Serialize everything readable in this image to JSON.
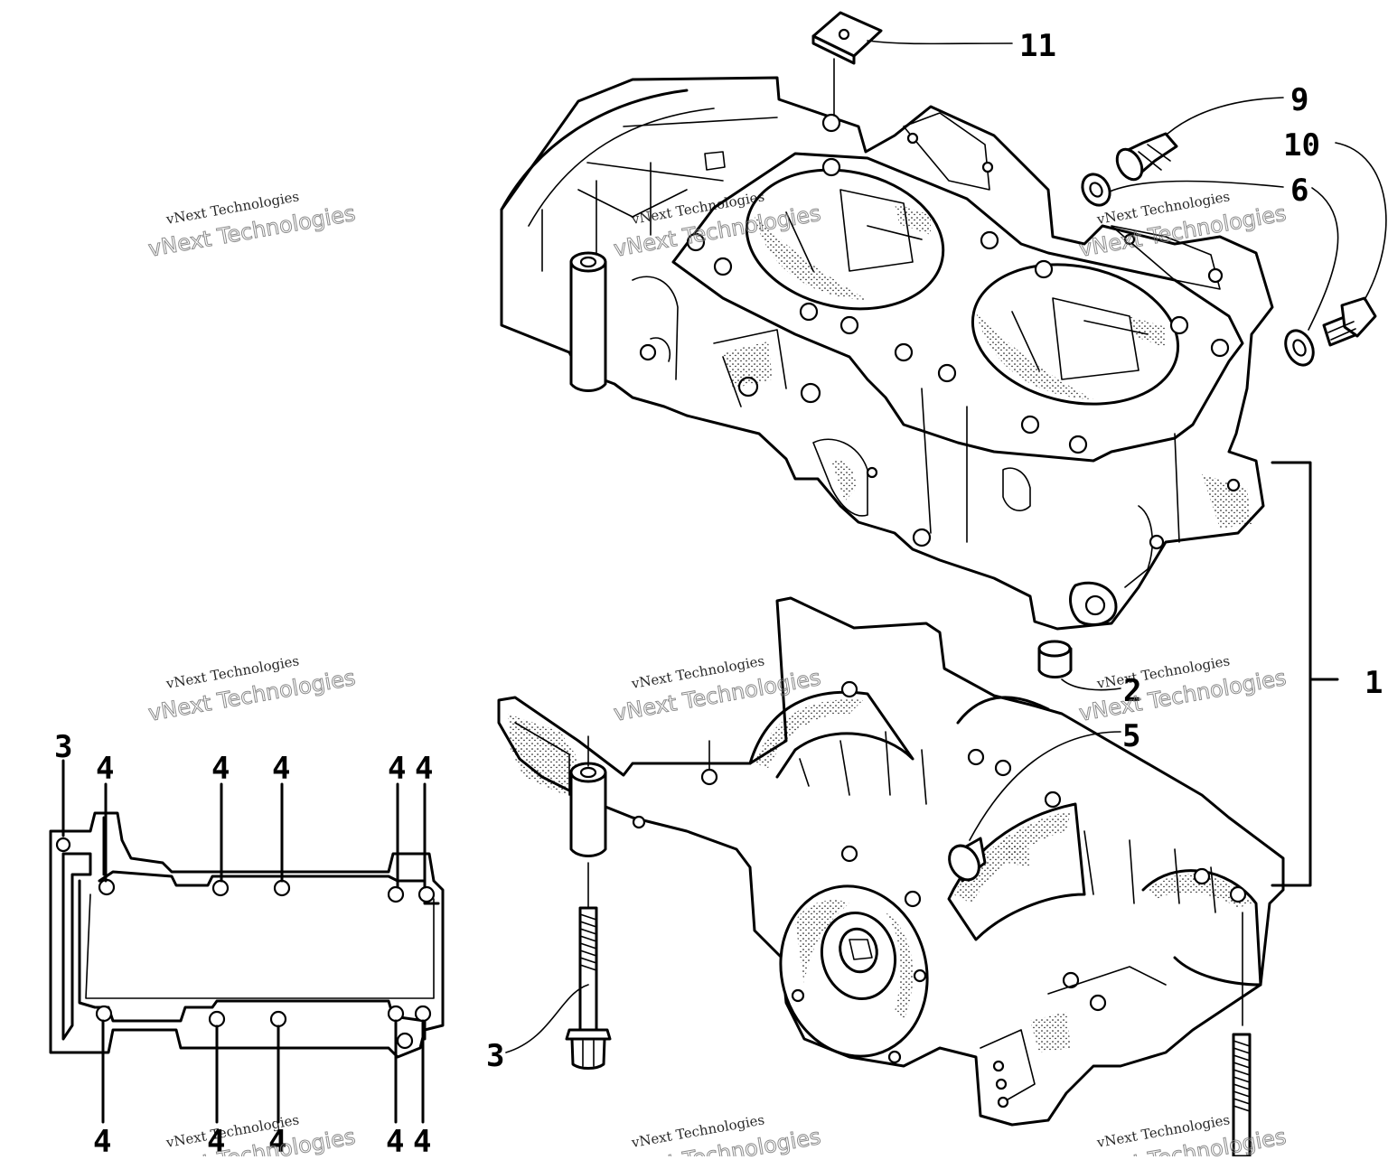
{
  "diagram": {
    "callouts": {
      "c1": "1",
      "c2": "2",
      "c3_main": "3",
      "c5": "5",
      "c6": "6",
      "c9": "9",
      "c10": "10",
      "c11": "11",
      "c3_inset": "3",
      "c4_top": [
        "4",
        "4",
        "4",
        "4",
        "4"
      ],
      "c4_bottom": [
        "4",
        "4",
        "4",
        "4",
        "4"
      ]
    },
    "watermarks": [
      {
        "small": "vNext Technologies",
        "large": "vNext Technologies"
      },
      {
        "small": "vNext Technologies",
        "large": "vNext Technologies"
      },
      {
        "small": "vNext Technologies",
        "large": "vNext Technologies"
      },
      {
        "small": "vNext Technologies",
        "large": "vNext Technologies"
      },
      {
        "small": "vNext Technologies",
        "large": "vNext Technologies"
      },
      {
        "small": "vNext Technologies",
        "large": "vNext Technologies"
      },
      {
        "small": "vNext Technologies",
        "large": "vNext Technologies"
      },
      {
        "small": "vNext Technologies",
        "large": "vNext Technologies"
      },
      {
        "small": "vNext Technologies",
        "large": "vNext Technologies"
      }
    ]
  }
}
